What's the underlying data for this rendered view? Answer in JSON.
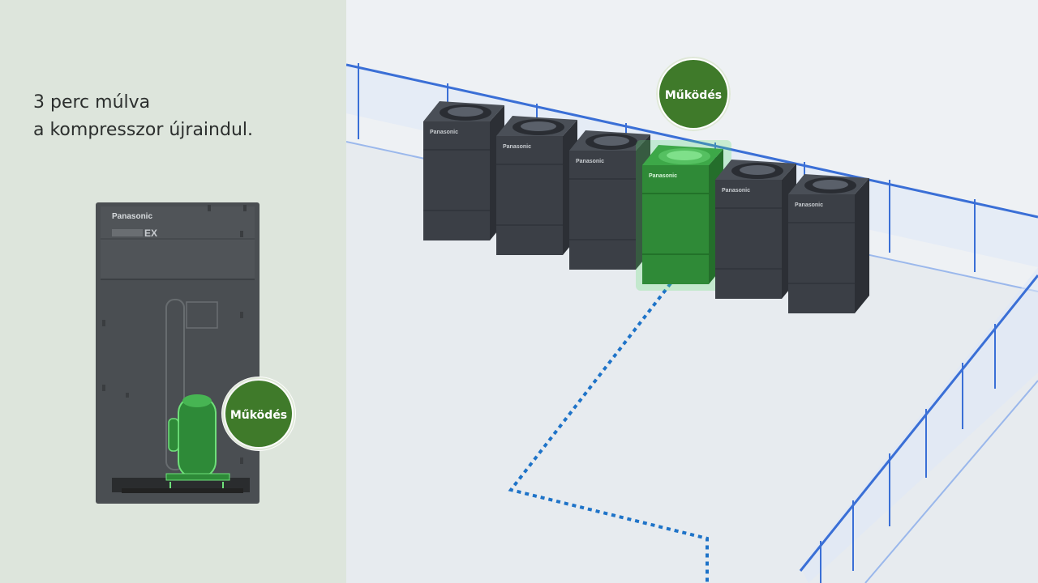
{
  "caption": {
    "line1": "3 perc múlva",
    "line2": "a kompresszor újraindul."
  },
  "unit": {
    "brand": "Panasonic",
    "model_mark": "EX"
  },
  "badges": {
    "compressor": "Működés",
    "rooftop": "Működés"
  },
  "rooftop_units": {
    "brand": "Panasonic",
    "count": 6,
    "active_index": 3
  },
  "colors": {
    "left_background": "#dde5dc",
    "badge_green": "#3f7a2a",
    "active_green": "#2f8a37",
    "unit_dark": "#3b3f46",
    "pipe_blue": "#1e73c8",
    "railing_blue": "#3a6fd6"
  }
}
